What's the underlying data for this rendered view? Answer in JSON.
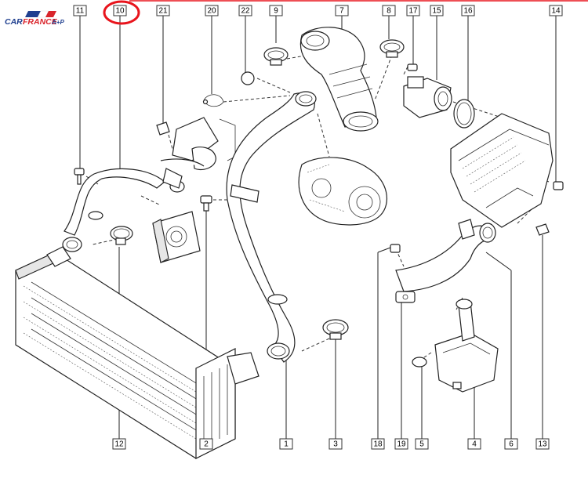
{
  "logo": {
    "text": "CARFRANCE A+P",
    "part_car": "CAR",
    "part_france": "FRANCE",
    "part_ap": "A+P"
  },
  "highlight": {
    "color": "#e8141c",
    "part": "10"
  },
  "callouts_top": [
    "11",
    "10",
    "21",
    "20",
    "22",
    "9",
    "7",
    "8",
    "17",
    "15",
    "16",
    "14"
  ],
  "callouts_bottom": [
    "12",
    "2",
    "1",
    "3",
    "18",
    "19",
    "5",
    "4",
    "6",
    "13"
  ],
  "colors": {
    "logo_red": "#d9242b",
    "logo_blue": "#1f3f8f",
    "top_rule": "#e8141c",
    "line": "#222222"
  }
}
